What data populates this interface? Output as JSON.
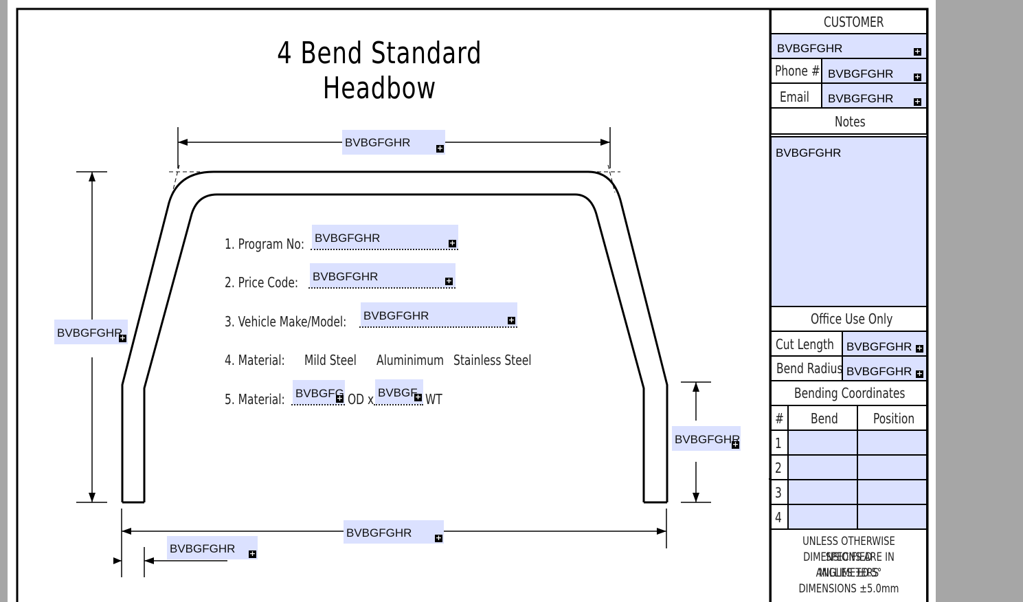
{
  "title": "4 Bend Standard Headbow",
  "placeholder_value": "BVBGFGHR",
  "dimensions": {
    "top_width": "BVBGFGHR",
    "left_height": "BVBGFGHR",
    "right_leg": "BVBGFGHR",
    "bottom_width": "BVBGFGHR",
    "bottom_offset": "BVBGFGHR"
  },
  "spec": {
    "item1_label": "1.  Program No:",
    "item1_value": "BVBGFGHR",
    "item2_label": "2.  Price Code:",
    "item2_value": "BVBGFGHR",
    "item3_label": "3.  Vehicle Make/Model:",
    "item3_value": "BVBGFGHR",
    "item4_label": "4.  Material:",
    "material_options": [
      "Mild Steel",
      "Aluminimum",
      "Stainless Steel"
    ],
    "item5_label": "5. Material:",
    "od_value": "BVBGFG",
    "od_unit": "OD x",
    "wt_value": "BVBGF",
    "wt_unit": "WT"
  },
  "panel": {
    "customer_header": "CUSTOMER",
    "customer_value": "BVBGFGHR",
    "phone_label": "Phone #",
    "phone_value": "BVBGFGHR",
    "email_label": "Email",
    "email_value": "BVBGFGHR",
    "notes_header": "Notes",
    "notes_value": "BVBGFGHR",
    "office_header": "Office Use Only",
    "cut_length_label": "Cut Length",
    "cut_length_value": "BVBGFGHR",
    "bend_radius_label": "Bend Radius",
    "bend_radius_value": "BVBGFGHR",
    "bending_header": "Bending Coordinates",
    "col_num": "#",
    "col_bend": "Bend",
    "col_position": "Position",
    "rows": [
      "1",
      "2",
      "3",
      "4"
    ],
    "footer_lines": [
      "UNLESS OTHERWISE SPECIFIED",
      "DIMENSIONS ARE IN MILLIMETERS",
      "ANGLES ±0.5°",
      "DIMENSIONS ±5.0mm"
    ]
  },
  "colors": {
    "field_bg": "#dbe1ff",
    "sidebar": "#a6a6a6"
  }
}
